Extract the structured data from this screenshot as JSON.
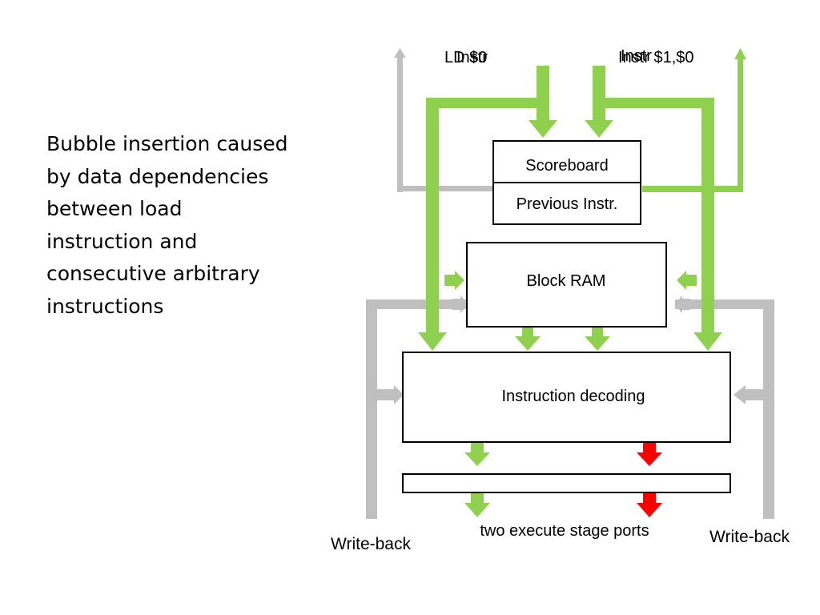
{
  "slide": {
    "caption": "Bubble insertion caused\nby data dependencies\nbetween load\ninstruction and\nconsecutive arbitrary\ninstructions"
  },
  "diagram": {
    "inputs": {
      "left_a": "LD $0",
      "left_b": "Instr",
      "right_a": "Instr",
      "right_b": "Instr $1,$0"
    },
    "blocks": {
      "scoreboard": "Scoreboard",
      "previous_instr": "Previous Instr.",
      "block_ram": "Block RAM",
      "instruction_decoding": "Instruction decoding"
    },
    "outputs": {
      "execute_ports": "two execute stage ports",
      "writeback_left": "Write-back",
      "writeback_right": "Write-back"
    },
    "colors": {
      "green": "#8fd14f",
      "gray": "#bfbfbf",
      "red": "#ff0000"
    }
  }
}
